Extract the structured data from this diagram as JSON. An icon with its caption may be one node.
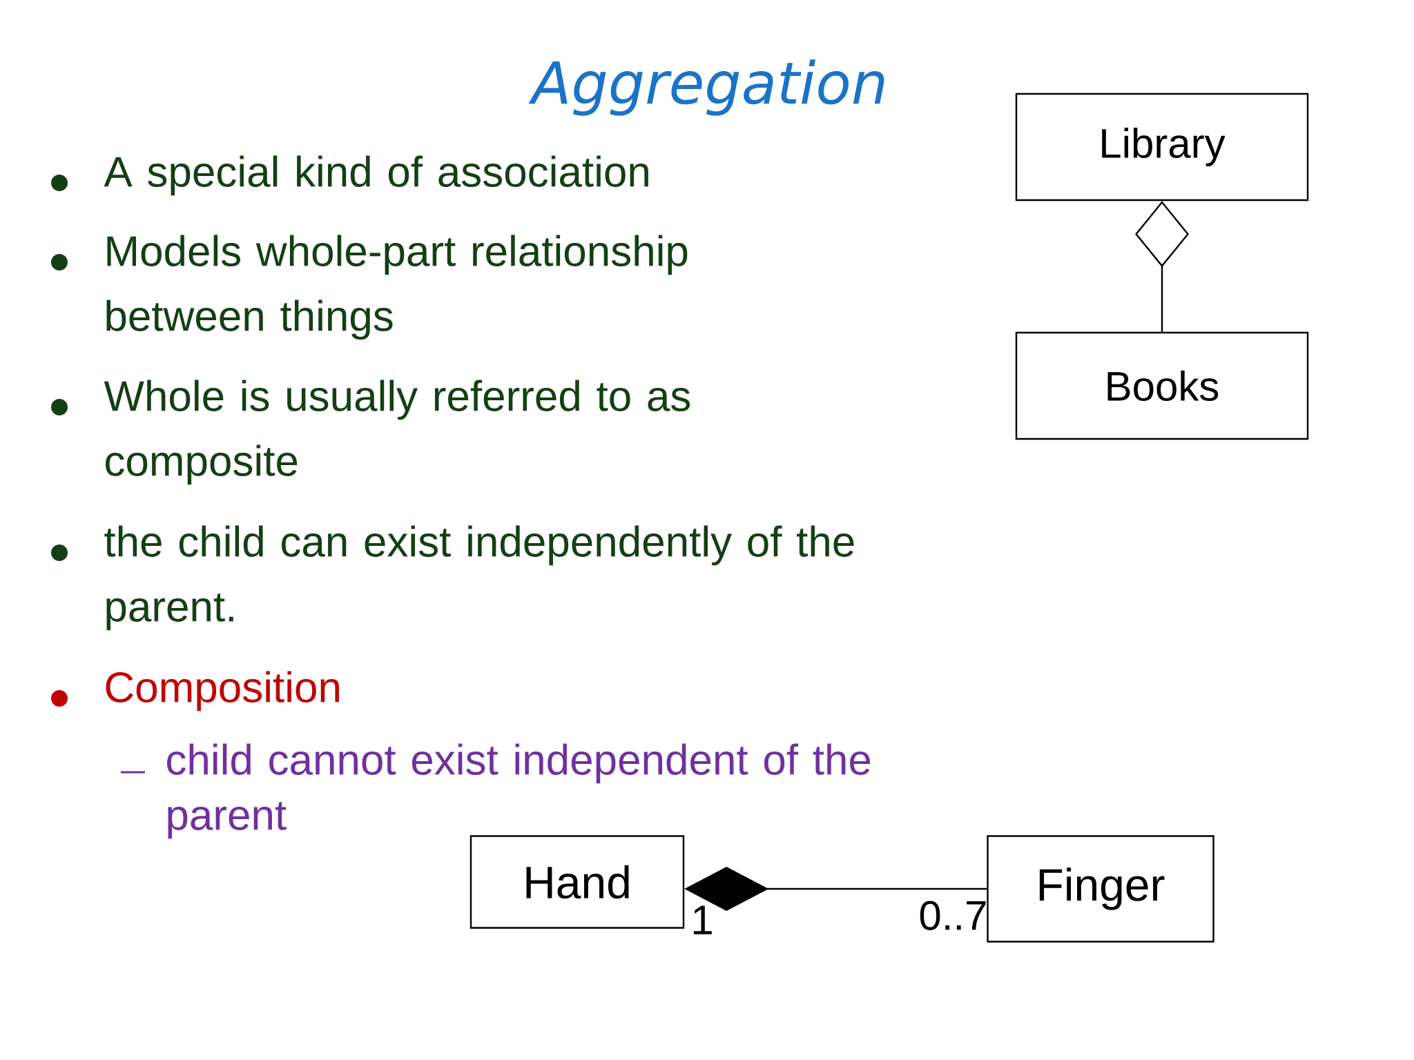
{
  "diagram": {
    "title": "Aggregation",
    "nodes": [
      {
        "text": [
          "Library"
        ]
      },
      {
        "text": [
          "Books"
        ]
      },
      {
        "text": [
          "Hand"
        ]
      },
      {
        "text": [
          "Finger"
        ]
      }
    ],
    "edges": [
      {
        "from": 1,
        "to": 0,
        "arrow": "other"
      },
      {
        "from": 3,
        "to": 2,
        "arrow": "other"
      }
    ],
    "labels": [
      "A special kind of association",
      "Models whole-part relationship between things",
      "Whole is usually referred to as composite",
      "the child can exist independently of the parent.",
      "Composition",
      "child cannot exist independent of the parent",
      "1",
      "0..7"
    ]
  }
}
